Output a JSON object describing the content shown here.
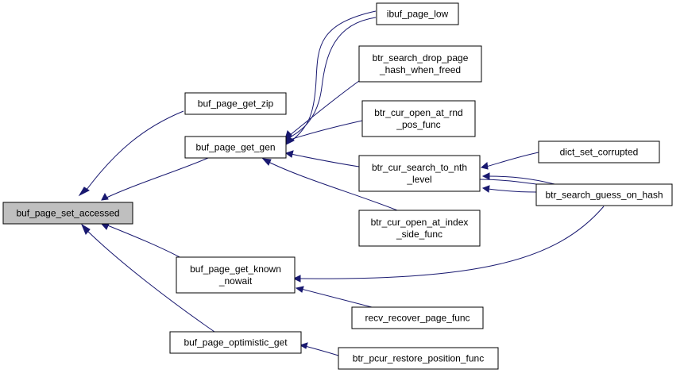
{
  "graph": {
    "edge_color": "#191970",
    "root_fill": "#bfbfbf",
    "nodes": {
      "set_accessed": {
        "lines": [
          "buf_page_set_accessed"
        ]
      },
      "get_zip": {
        "lines": [
          "buf_page_get_zip"
        ]
      },
      "get_gen": {
        "lines": [
          "buf_page_get_gen"
        ]
      },
      "get_known": {
        "lines": [
          "buf_page_get_known",
          "_nowait"
        ]
      },
      "optimistic": {
        "lines": [
          "buf_page_optimistic_get"
        ]
      },
      "ibuf_low": {
        "lines": [
          "ibuf_page_low"
        ]
      },
      "drop_hash": {
        "lines": [
          "btr_search_drop_page",
          "_hash_when_freed"
        ]
      },
      "open_rnd": {
        "lines": [
          "btr_cur_open_at_rnd",
          "_pos_func"
        ]
      },
      "search_nth": {
        "lines": [
          "btr_cur_search_to_nth",
          "_level"
        ]
      },
      "open_index": {
        "lines": [
          "btr_cur_open_at_index",
          "_side_func"
        ]
      },
      "recv": {
        "lines": [
          "recv_recover_page_func"
        ]
      },
      "pcur": {
        "lines": [
          "btr_pcur_restore_position_func"
        ]
      },
      "dict": {
        "lines": [
          "dict_set_corrupted"
        ]
      },
      "guess": {
        "lines": [
          "btr_search_guess_on_hash"
        ]
      }
    }
  }
}
